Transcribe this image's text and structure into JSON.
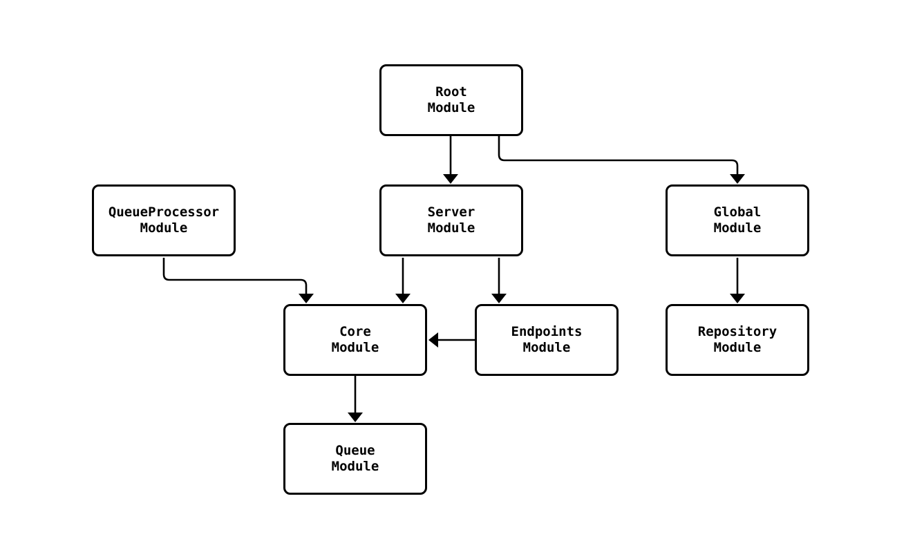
{
  "diagram": {
    "type": "module-dependency-flowchart",
    "background_color": "#ffffff",
    "stroke_color": "#000000",
    "node_fill_color": "#ffffff",
    "nodes": {
      "root": {
        "label": "Root\nModule"
      },
      "queueprocessor": {
        "label": "QueueProcessor\nModule"
      },
      "server": {
        "label": "Server\nModule"
      },
      "global": {
        "label": "Global\nModule"
      },
      "core": {
        "label": "Core\nModule"
      },
      "endpoints": {
        "label": "Endpoints\nModule"
      },
      "repository": {
        "label": "Repository\nModule"
      },
      "queue": {
        "label": "Queue\nModule"
      }
    },
    "edges": [
      {
        "from": "root",
        "to": "server"
      },
      {
        "from": "root",
        "to": "global"
      },
      {
        "from": "queueprocessor",
        "to": "core"
      },
      {
        "from": "server",
        "to": "core"
      },
      {
        "from": "server",
        "to": "endpoints"
      },
      {
        "from": "endpoints",
        "to": "core"
      },
      {
        "from": "global",
        "to": "repository"
      },
      {
        "from": "core",
        "to": "queue"
      }
    ]
  }
}
